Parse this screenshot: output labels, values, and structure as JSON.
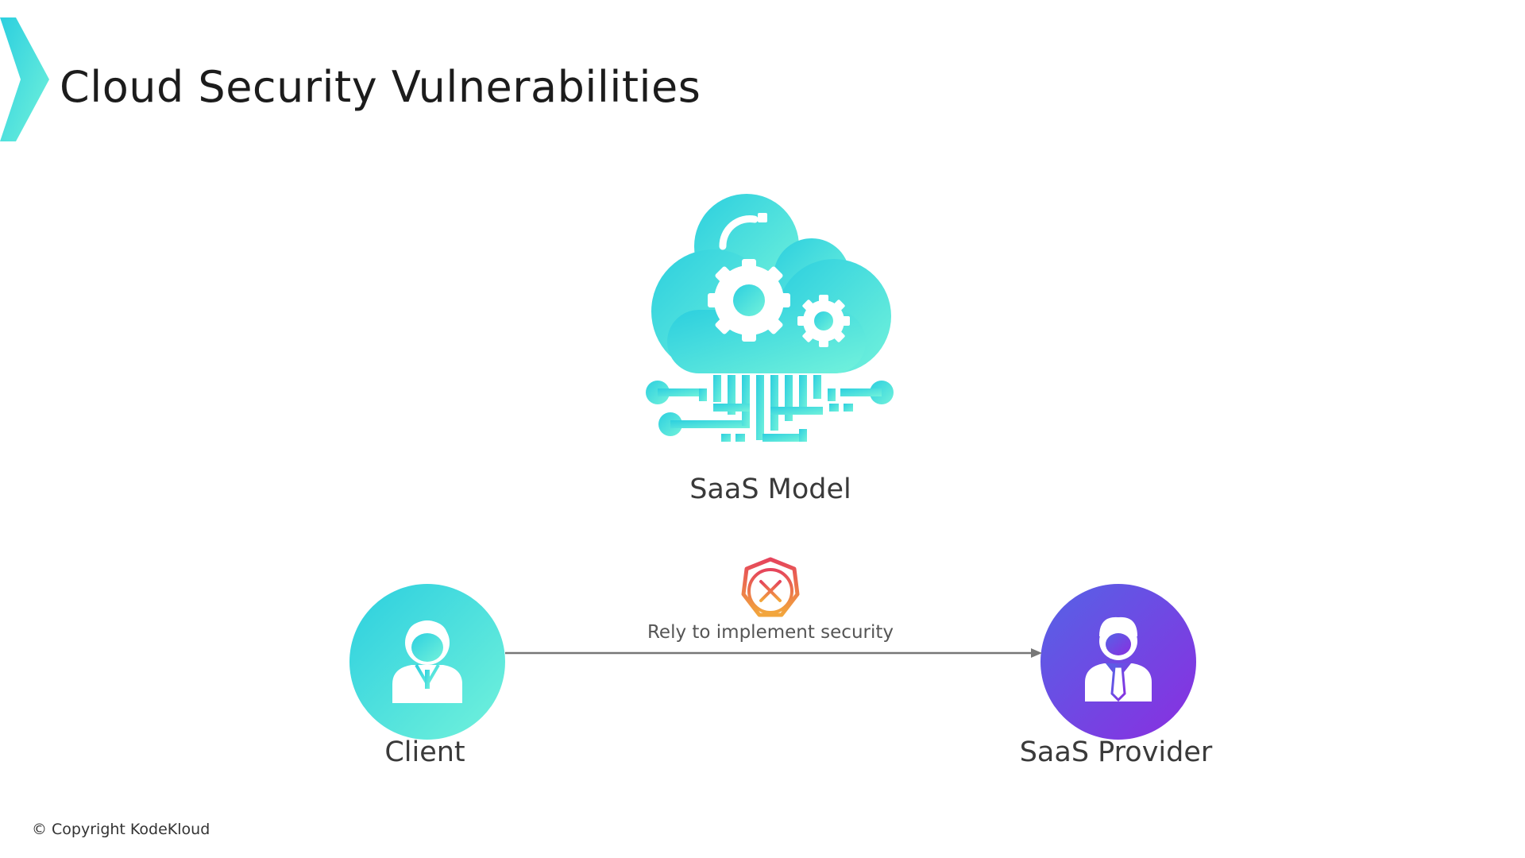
{
  "slide": {
    "title": "Cloud Security Vulnerabilities",
    "copyright": "© Copyright KodeKloud"
  },
  "diagram": {
    "top_node": {
      "label": "SaaS Model",
      "icon": "cloud-gears-circuit-icon"
    },
    "left_node": {
      "label": "Client",
      "icon": "person-icon"
    },
    "right_node": {
      "label": "SaaS Provider",
      "icon": "businessman-icon"
    },
    "edge": {
      "label": "Rely to implement security",
      "icon": "x-shield-icon",
      "direction": "client-to-provider"
    }
  },
  "colors": {
    "teal_start": "#2ccfdf",
    "teal_end": "#72f2db",
    "purple_start": "#5563e6",
    "purple_end": "#8a2ee0",
    "warning_start": "#e5445c",
    "warning_end": "#f2a63c",
    "connector": "#777777"
  }
}
